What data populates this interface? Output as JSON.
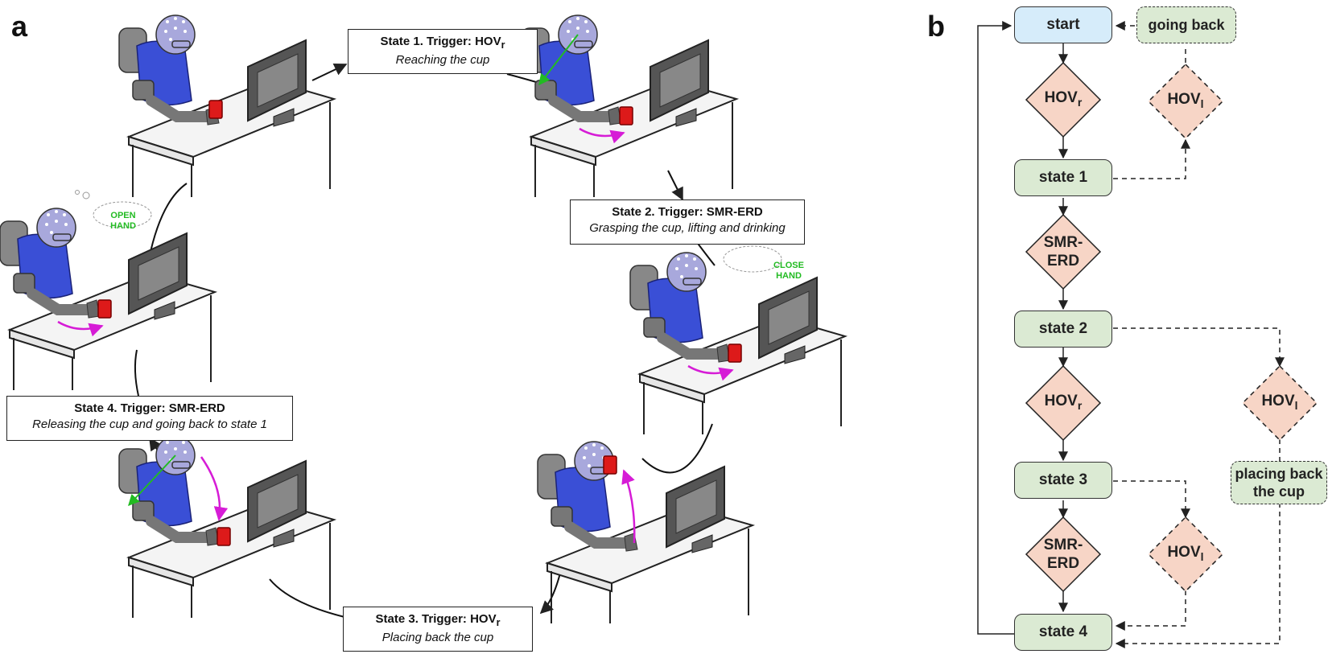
{
  "panel_a": {
    "letter": "a",
    "states": [
      {
        "title_prefix": "State 1. Trigger: HOV",
        "title_sub": "r",
        "desc": "Reaching the cup"
      },
      {
        "title_prefix": "State 2. Trigger: SMR-ERD",
        "title_sub": "",
        "desc": "Grasping the cup, lifting and drinking"
      },
      {
        "title_prefix": "State 3. Trigger: HOV",
        "title_sub": "r",
        "desc": "Placing back the cup"
      },
      {
        "title_prefix": "State 4. Trigger: SMR-ERD",
        "title_sub": "",
        "desc": "Releasing the cup and going back to state 1"
      }
    ],
    "thoughts": {
      "open_line1": "OPEN",
      "open_line2": "HAND",
      "close_line1": "CLOSE",
      "close_line2": "HAND"
    },
    "colors": {
      "skin_helmet": "#a8a8dc",
      "shirt": "#3a4fd6",
      "cup": "#dd1a1a",
      "arrow_green": "#22bb22",
      "arrow_magenta": "#d61cd6",
      "exo": "#777777",
      "monitor": "#555555"
    }
  },
  "panel_b": {
    "letter": "b",
    "start": "start",
    "going_back": "going back",
    "state1": "state 1",
    "state2": "state 2",
    "state3": "state 3",
    "state4": "state 4",
    "hov": "HOV",
    "hov_r_sub": "r",
    "hov_l_sub": "l",
    "smr_line1": "SMR-",
    "smr_line2": "ERD",
    "placing_line1": "placing back",
    "placing_line2": "the cup",
    "colors": {
      "start": "#d6ecfa",
      "state": "#dbead3",
      "diamond": "#f7d5c6"
    }
  }
}
